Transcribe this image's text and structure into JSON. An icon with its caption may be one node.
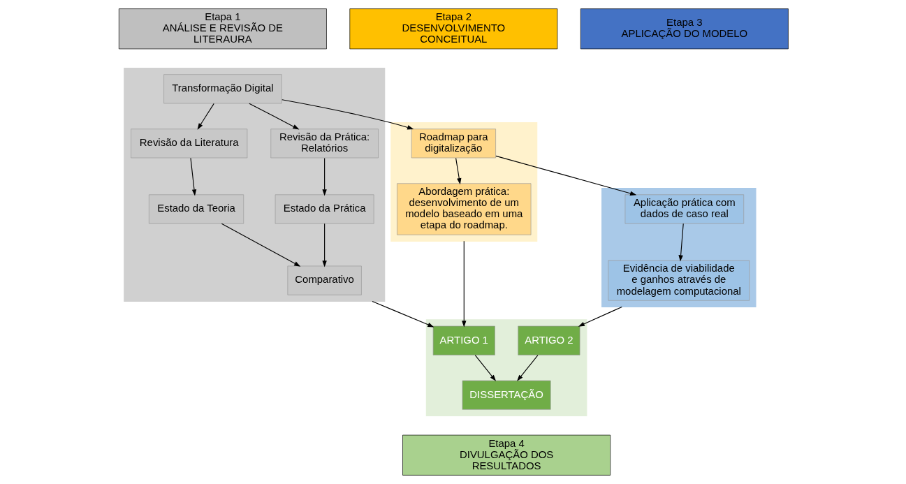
{
  "diagram": {
    "nodes": [
      {
        "text": [
          "Etapa 1",
          "ANÁLISE E REVISÃO DE LITERAURA"
        ]
      },
      {
        "text": [
          "Etapa 2",
          "DESENVOLVIMENTO CONCEITUAL"
        ]
      },
      {
        "text": [
          "Etapa 3",
          "APLICAÇÃO DO MODELO"
        ]
      },
      {
        "text": [],
        "shape": "box"
      },
      {
        "text": [
          "Transformação Digital"
        ],
        "in": 3
      },
      {
        "text": [
          "Revisão da Literatura"
        ],
        "in": 3
      },
      {
        "text": [
          "Revisão da Prática: Relatórios"
        ],
        "in": 3
      },
      {
        "text": [
          "Estado da Teoria"
        ],
        "in": 3
      },
      {
        "text": [
          "Estado da Prática"
        ],
        "in": 3
      },
      {
        "text": [
          "Comparativo"
        ],
        "in": 3
      },
      {
        "text": [],
        "shape": "box"
      },
      {
        "text": [
          "Roadmap para digitalização"
        ],
        "in": 10
      },
      {
        "text": [
          "Abordagem prática: desenvolvimento de um modelo baseado em uma etapa do roadmap."
        ],
        "in": 10
      },
      {
        "text": [],
        "shape": "box"
      },
      {
        "text": [
          "Aplicação prática com dados de caso real"
        ],
        "in": 13
      },
      {
        "text": [
          "Evidência de viabilidade e ganhos através de modelagem computacional"
        ],
        "in": 13
      },
      {
        "text": [],
        "shape": "box"
      },
      {
        "text": [
          "ARTIGO 1"
        ],
        "in": 16
      },
      {
        "text": [
          "ARTIGO 2"
        ],
        "in": 16
      },
      {
        "text": [
          "DISSERTAÇÃO"
        ],
        "in": 16
      },
      {
        "text": [
          "Etapa 4",
          "DIVULGAÇÃO DOS RESULTADOS"
        ]
      }
    ],
    "edges": [
      {
        "from": 4,
        "to": 11,
        "arrow": "to"
      },
      {
        "from": 4,
        "to": 5,
        "arrow": "to"
      },
      {
        "from": 4,
        "to": 6,
        "arrow": "to"
      },
      {
        "from": 5,
        "to": 7,
        "arrow": "to"
      },
      {
        "from": 6,
        "to": 8,
        "arrow": "to"
      },
      {
        "from": 7,
        "to": 9,
        "arrow": "to"
      },
      {
        "from": 8,
        "to": 9,
        "arrow": "to"
      },
      {
        "from": 11,
        "to": 12,
        "arrow": "to"
      },
      {
        "from": 11,
        "to": 14,
        "arrow": "to"
      },
      {
        "from": 14,
        "to": 15,
        "arrow": "to"
      },
      {
        "from": 3,
        "to": 17,
        "arrow": "to"
      },
      {
        "from": 10,
        "to": 17,
        "arrow": "to"
      },
      {
        "from": 13,
        "to": 18,
        "arrow": "to"
      },
      {
        "from": 17,
        "to": 19,
        "arrow": "to"
      },
      {
        "from": 18,
        "to": 19,
        "arrow": "to"
      }
    ]
  }
}
